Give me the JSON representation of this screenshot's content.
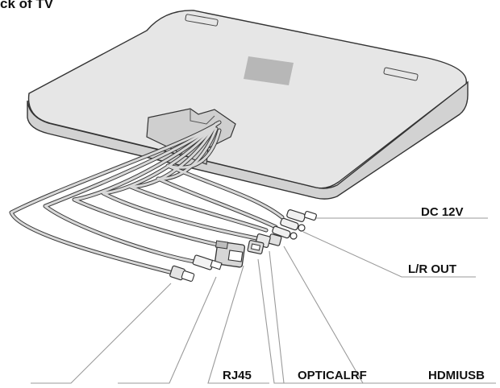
{
  "title": "ck of TV",
  "labels": {
    "dc": "DC 12V",
    "lr_out": "L/R OUT",
    "rj45": "RJ45",
    "optical_rf": "OPTICALRF",
    "hdmi_usb": "HDMIUSB"
  },
  "colors": {
    "housing_fill": "#e6e6e6",
    "outline": "#333333",
    "leader": "#9a9a9a",
    "label_text": "#111111"
  }
}
